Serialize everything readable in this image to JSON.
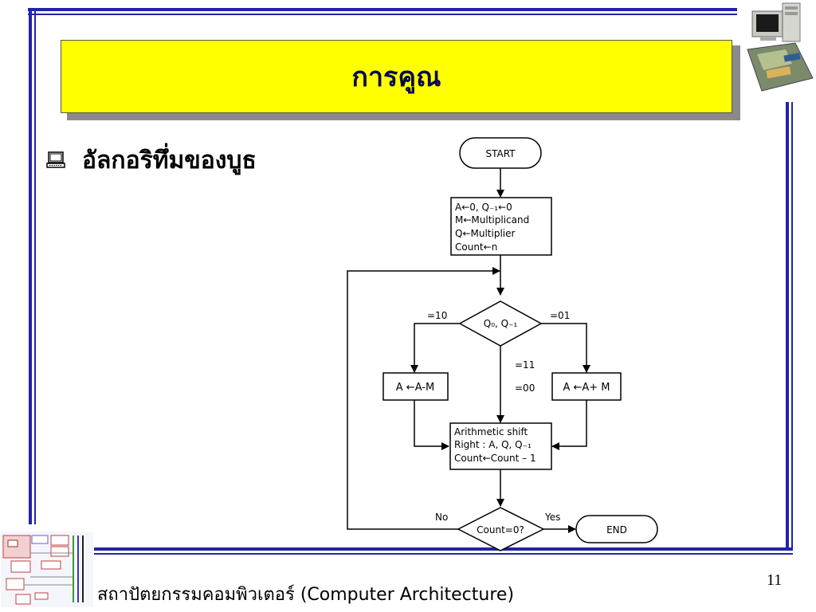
{
  "slide": {
    "title": "การคูณ",
    "bullet": "อัลกอริทึ่มของบูธ",
    "footer": "สถาปัตยกรรมคอมพิวเตอร์ (Computer Architecture)",
    "page_number": "11"
  },
  "flowchart": {
    "start": "START",
    "init": [
      "A←0, Q₋₁←0",
      "M←Multiplicand",
      "Q←Multiplier",
      "Count←n"
    ],
    "decision": "Q₀, Q₋₁",
    "eq10": "=10",
    "eq01": "=01",
    "eq11": "=11",
    "eq00": "=00",
    "sub": "A ←A-M",
    "add": "A ←A+ M",
    "shift": [
      "Arithmetic shift",
      "Right : A, Q, Q₋₁",
      "Count←Count – 1"
    ],
    "check": "Count=0?",
    "no": "No",
    "yes": "Yes",
    "end": "END"
  },
  "colors": {
    "frame": "#2323a8",
    "title_bg": "#ffff00",
    "title_text": "#0a0a50"
  },
  "icons": {
    "bullet": "computer-monitor-icon",
    "top_right": "computer-hardware-icon",
    "bottom_left": "system-diagram-icon"
  }
}
